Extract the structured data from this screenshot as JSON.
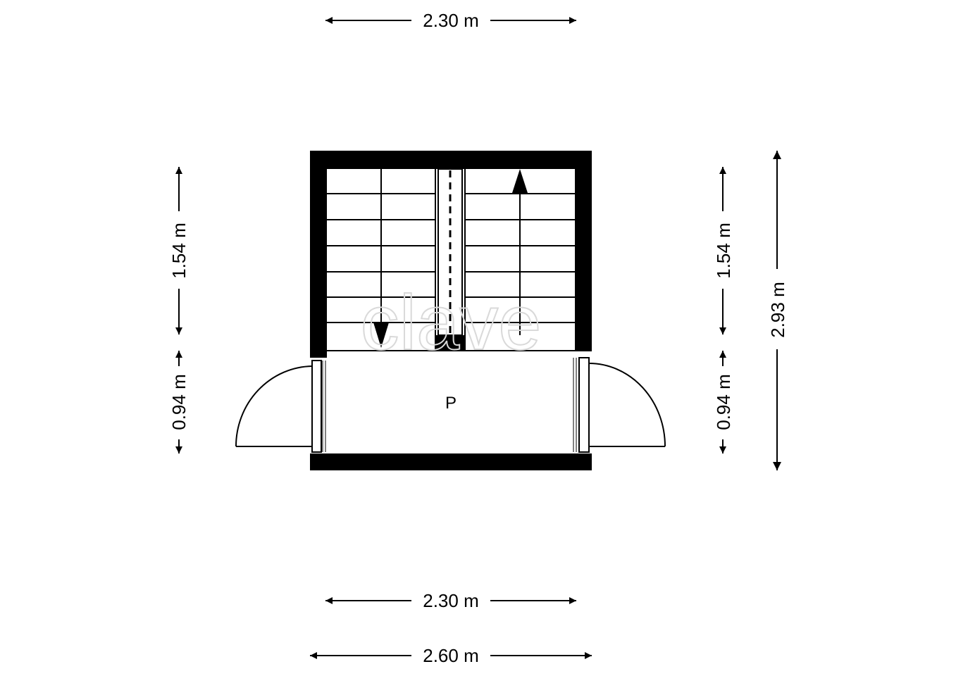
{
  "colors": {
    "wall": "#000000",
    "line": "#000000",
    "background": "#ffffff",
    "watermark": "#d9d9d9"
  },
  "dimensions": {
    "top_width": "2.30 m",
    "bottom_inner_width": "2.30 m",
    "bottom_outer_width": "2.60 m",
    "left_upper_height": "1.54 m",
    "left_lower_height": "0.94 m",
    "right_upper_height": "1.54 m",
    "right_lower_height": "0.94 m",
    "right_total_height": "2.93 m"
  },
  "rooms": {
    "landing_label": "P"
  },
  "watermark": {
    "text": "clave"
  }
}
